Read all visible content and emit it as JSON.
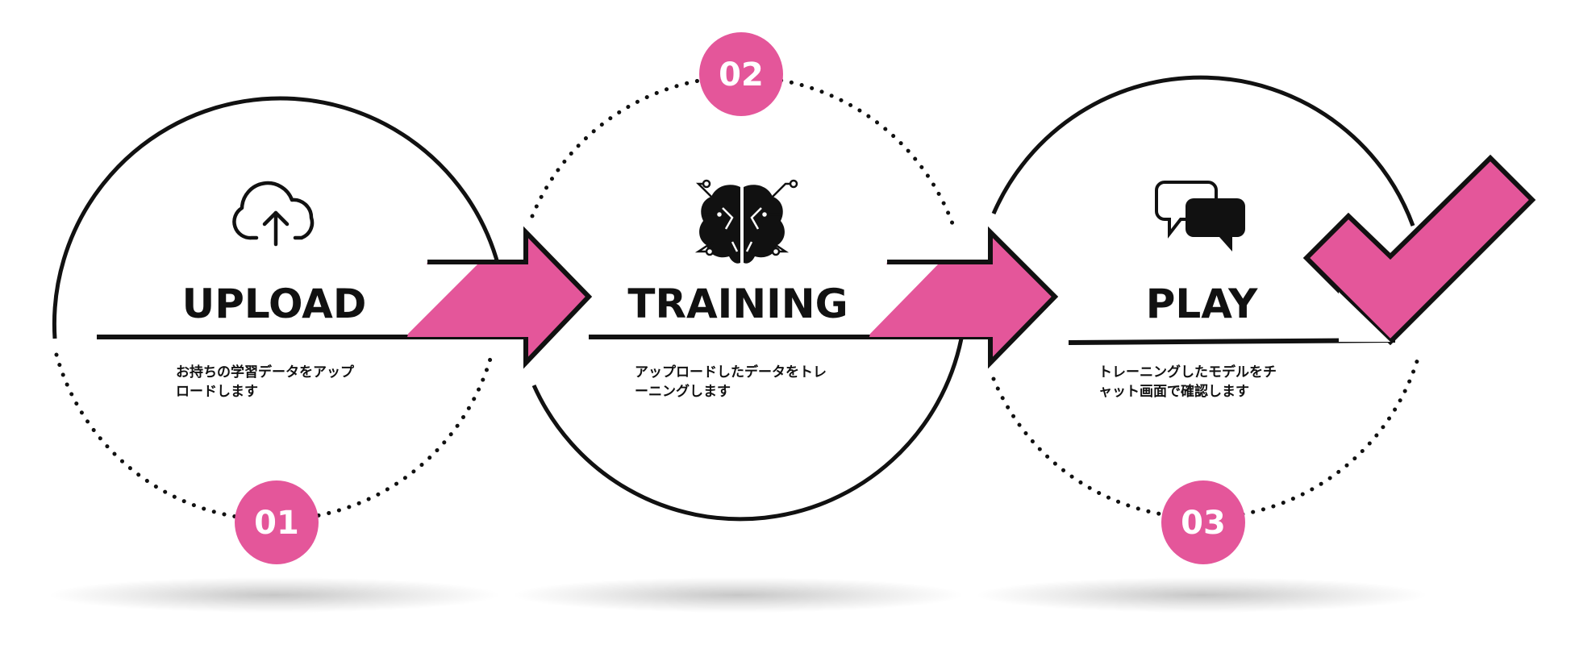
{
  "colors": {
    "accent": "#e4569a",
    "ink": "#111111",
    "background": "#ffffff"
  },
  "steps": [
    {
      "number": "01",
      "title": "UPLOAD",
      "icon": "cloud-upload-icon",
      "description_lines": [
        "お持ちの学習データをアップ",
        "ロードします"
      ]
    },
    {
      "number": "02",
      "title": "TRAINING",
      "icon": "brain-circuit-icon",
      "description_lines": [
        "アップロードしたデータをトレ",
        "ーニングします"
      ]
    },
    {
      "number": "03",
      "title": "PLAY",
      "icon": "chat-bubbles-icon",
      "description_lines": [
        "トレーニングしたモデルをチ",
        "ャット画面で確認します"
      ]
    }
  ],
  "finish_icon": "checkmark-icon"
}
